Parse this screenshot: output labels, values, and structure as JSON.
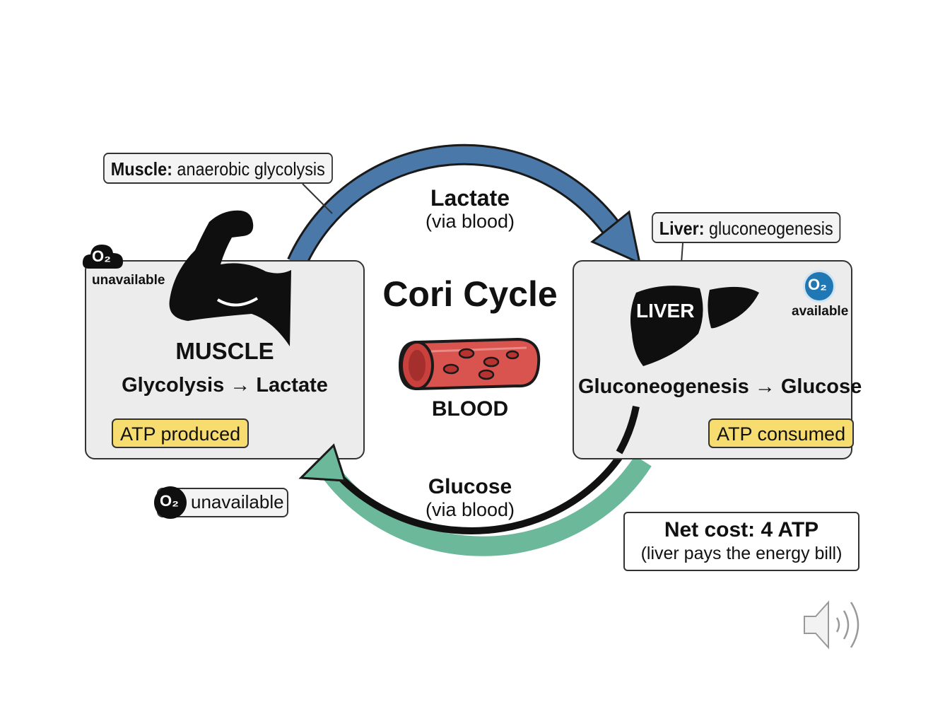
{
  "title": "Cori Cycle",
  "blood_label": "BLOOD",
  "top_flow": {
    "label": "Lactate",
    "sub": "(via blood)"
  },
  "bottom_flow": {
    "label": "Glucose",
    "sub": "(via blood)"
  },
  "muscle": {
    "callout_bold": "Muscle:",
    "callout_text": " anaerobic glycolysis",
    "name": "MUSCLE",
    "reaction": "Glycolysis → Lactate",
    "atp": "ATP produced",
    "o2_symbol": "O₂",
    "o2_status": "unavailable"
  },
  "liver": {
    "callout_bold": "Liver:",
    "callout_text": " gluconeogenesis",
    "organ_label": "LIVER",
    "reaction": "Gluconeogenesis → Glucose",
    "atp": "ATP consumed",
    "o2_symbol": "O₂",
    "o2_status": "available"
  },
  "o2_bottom": {
    "symbol": "O₂",
    "status": "unavailable"
  },
  "net_cost": {
    "title": "Net cost: 4 ATP",
    "sub": "(liver pays the energy bill)"
  },
  "icons": [
    "flexed-arm-icon",
    "liver-icon",
    "blood-vessel-icon",
    "cloud-icon",
    "speaker-icon"
  ],
  "colors": {
    "lactate_arrow": "#4a78a8",
    "glucose_arrow": "#6cb89a",
    "atp_badge": "#f7dc6f",
    "o2_available": "#1f77b4"
  }
}
